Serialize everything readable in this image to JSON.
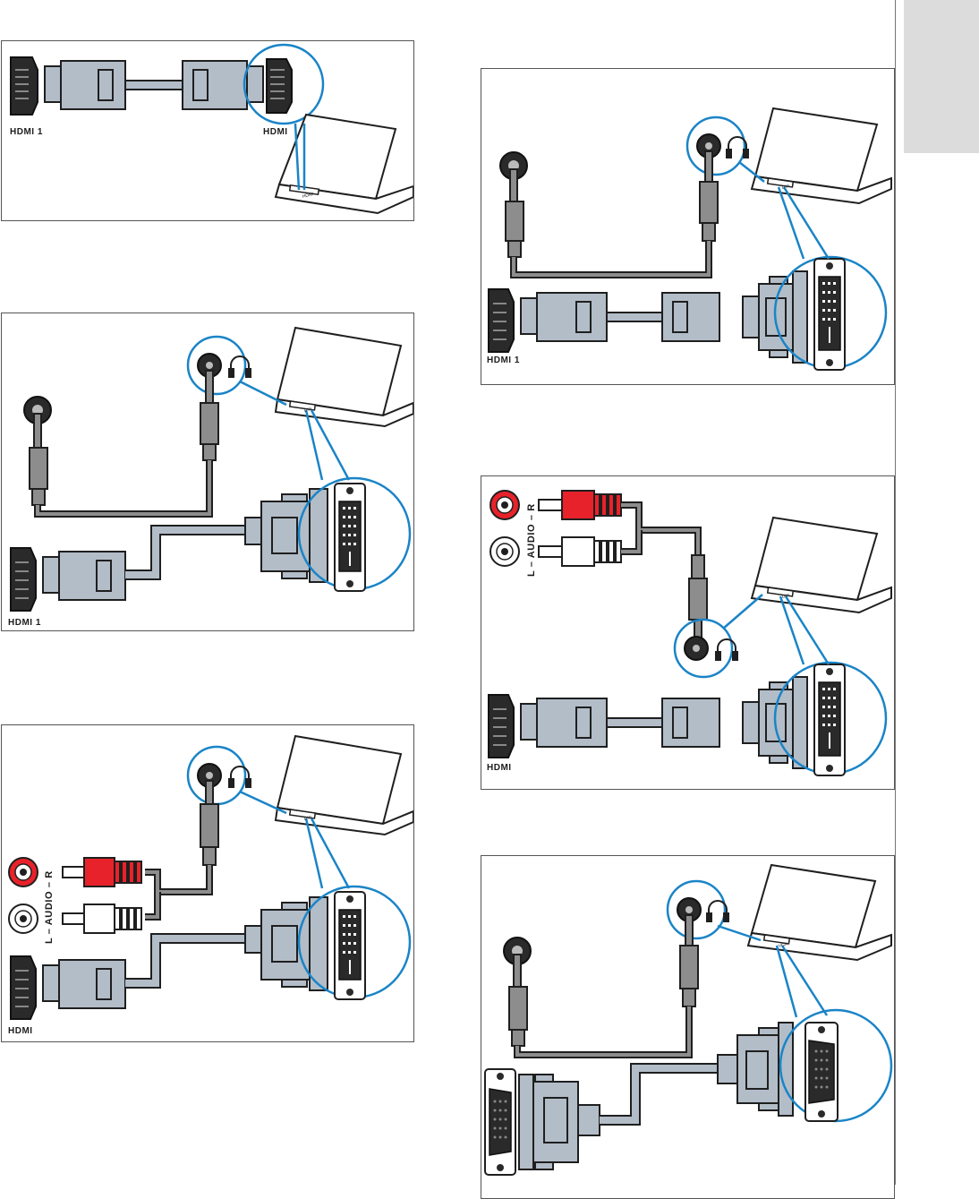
{
  "colors": {
    "cable": "#b2bdc8",
    "outline": "#1f1f1f",
    "highlight": "#1a84c7",
    "red": "#e8222a",
    "tab": "#dcdcdc"
  },
  "icons": [
    "hdmi-port-icon",
    "hdmi-plug-icon",
    "dvi-port-icon",
    "dvi-plug-icon",
    "vga-port-icon",
    "vga-plug-icon",
    "audio-jack-icon",
    "headphone-icon",
    "laptop-icon",
    "rca-red-port-icon",
    "rca-white-port-icon"
  ],
  "panels": {
    "hdmi_hdmi": {
      "tv_port_label": "HDMI 1",
      "pc_port_label": "HDMI",
      "laptop_port_label": "HDMI"
    },
    "dvi_audio": {
      "tv_port_label": "HDMI 1",
      "laptop_port_label": "DVI"
    },
    "dvi_rca": {
      "tv_port_label": "HDMI",
      "audio_label": "L – AUDIO – R",
      "laptop_port_label": "DVI"
    },
    "dvi_audio_right": {
      "tv_port_label": "HDMI 1",
      "laptop_port_label": "DVI"
    },
    "dvi_rca_right": {
      "tv_port_label": "HDMI",
      "audio_label": "L – AUDIO – R",
      "laptop_port_label": "DVI"
    },
    "vga_audio": {
      "laptop_port_label": "VGA"
    }
  }
}
